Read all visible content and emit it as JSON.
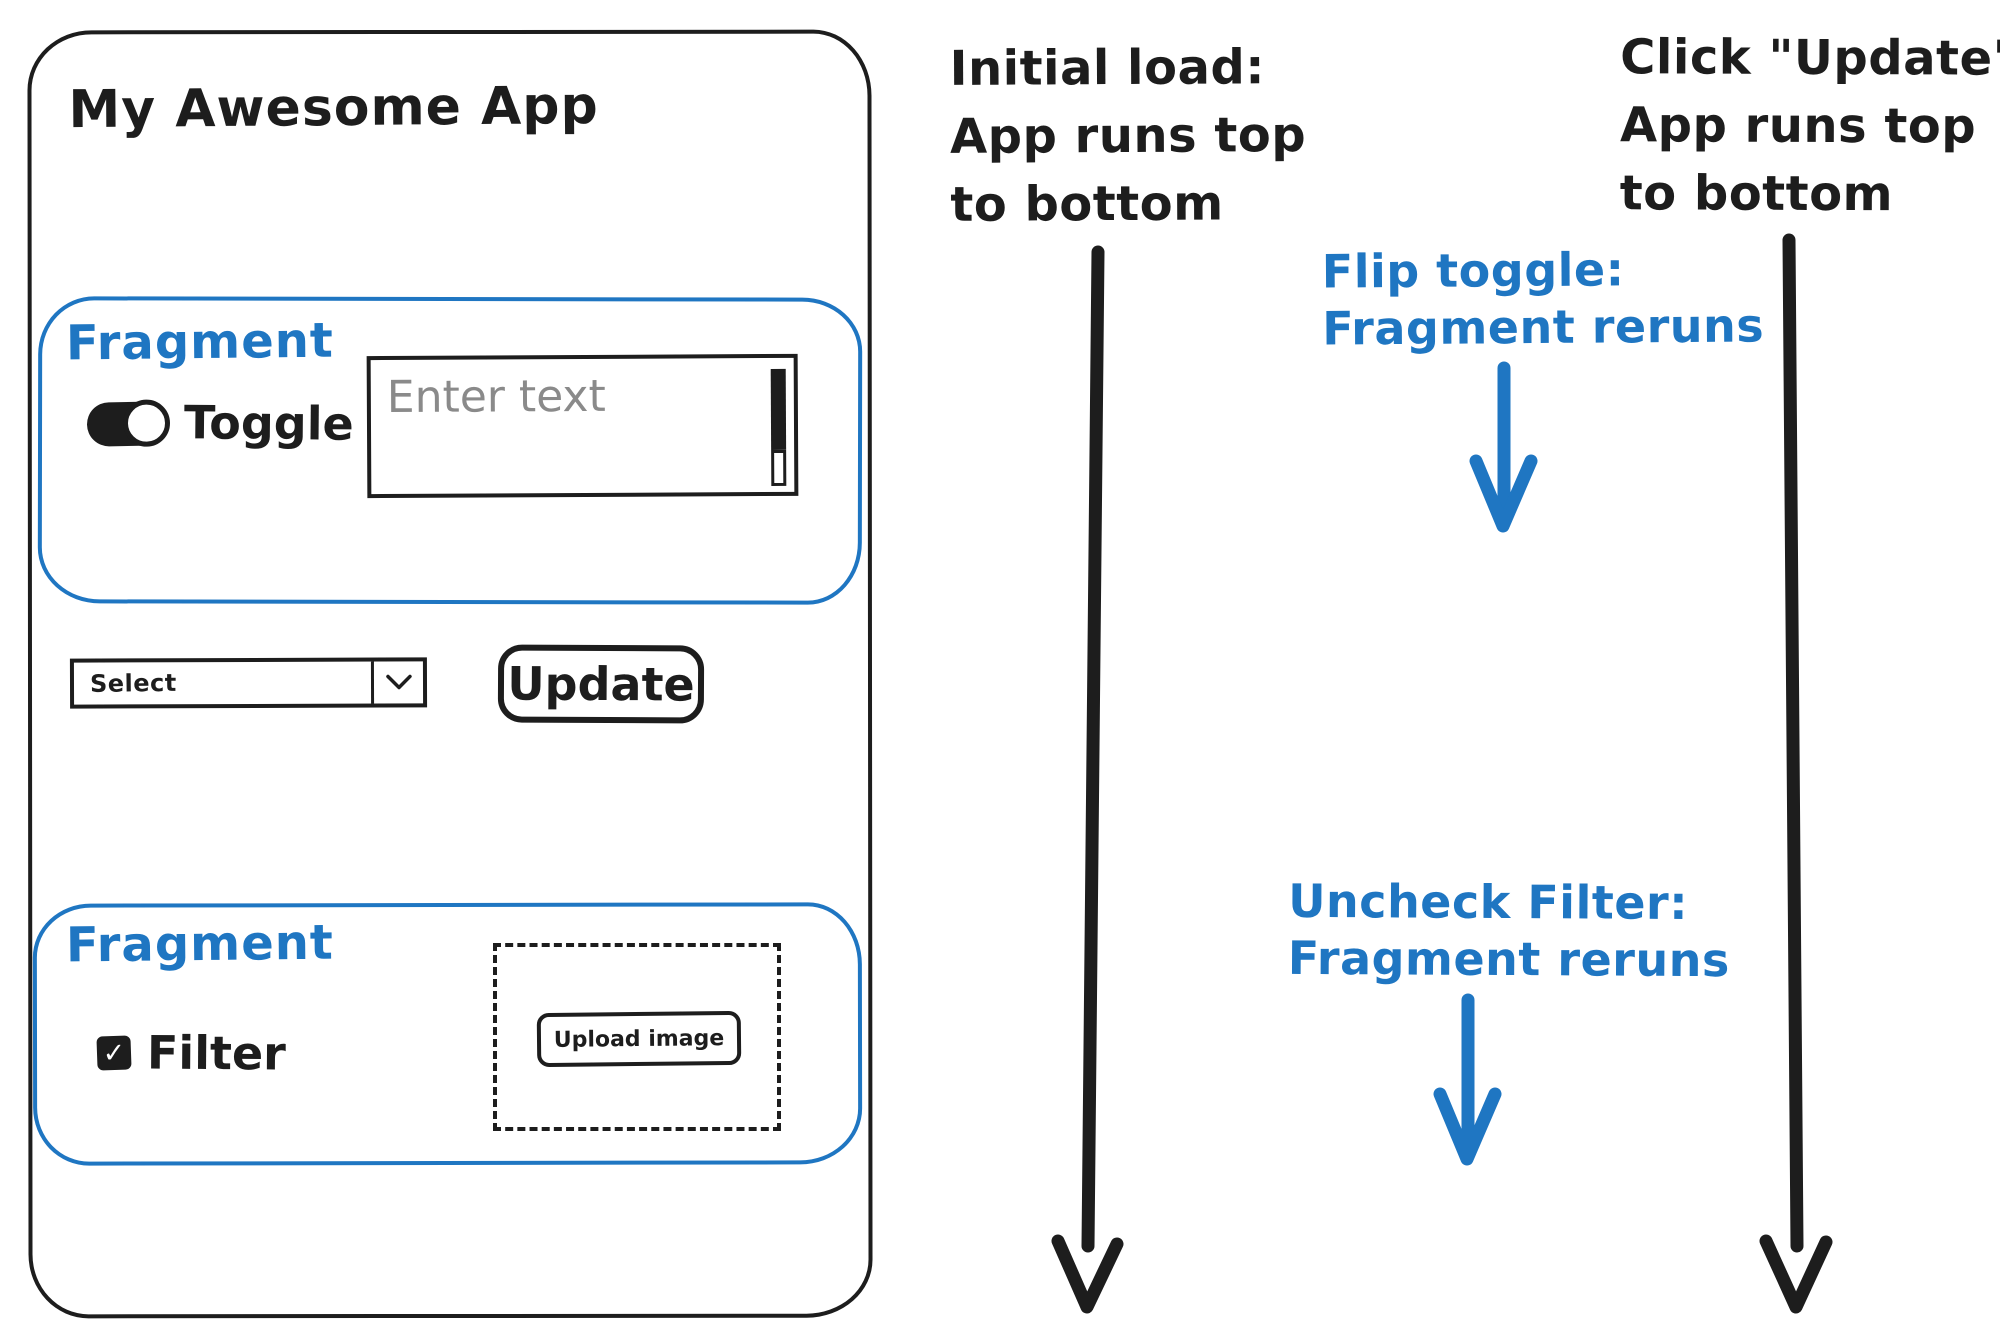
{
  "colors": {
    "ink": "#1d1d1d",
    "blue": "#1f76c2",
    "placeholder_gray": "#8a8a8a"
  },
  "app": {
    "title": "My Awesome App",
    "fragment1": {
      "label": "Fragment",
      "toggle": {
        "label": "Toggle",
        "state": "on"
      },
      "textarea": {
        "placeholder": "Enter text"
      }
    },
    "controls": {
      "select": {
        "value": "Select"
      },
      "update_button": {
        "label": "Update"
      }
    },
    "fragment2": {
      "label": "Fragment",
      "checkbox": {
        "label": "Filter",
        "checked": true,
        "checkmark": "✓"
      },
      "upload": {
        "button_label": "Upload image"
      }
    }
  },
  "annotations": {
    "initial_load": {
      "color": "black",
      "lines": [
        "Initial load:",
        "App runs top",
        "to bottom"
      ]
    },
    "click_update": {
      "color": "black",
      "lines": [
        "Click \"Update\":",
        "App runs top",
        "to bottom"
      ]
    },
    "flip_toggle": {
      "color": "blue",
      "lines": [
        "Flip toggle:",
        "Fragment reruns"
      ]
    },
    "uncheck_filter": {
      "color": "blue",
      "lines": [
        "Uncheck Filter:",
        "Fragment reruns"
      ]
    }
  }
}
